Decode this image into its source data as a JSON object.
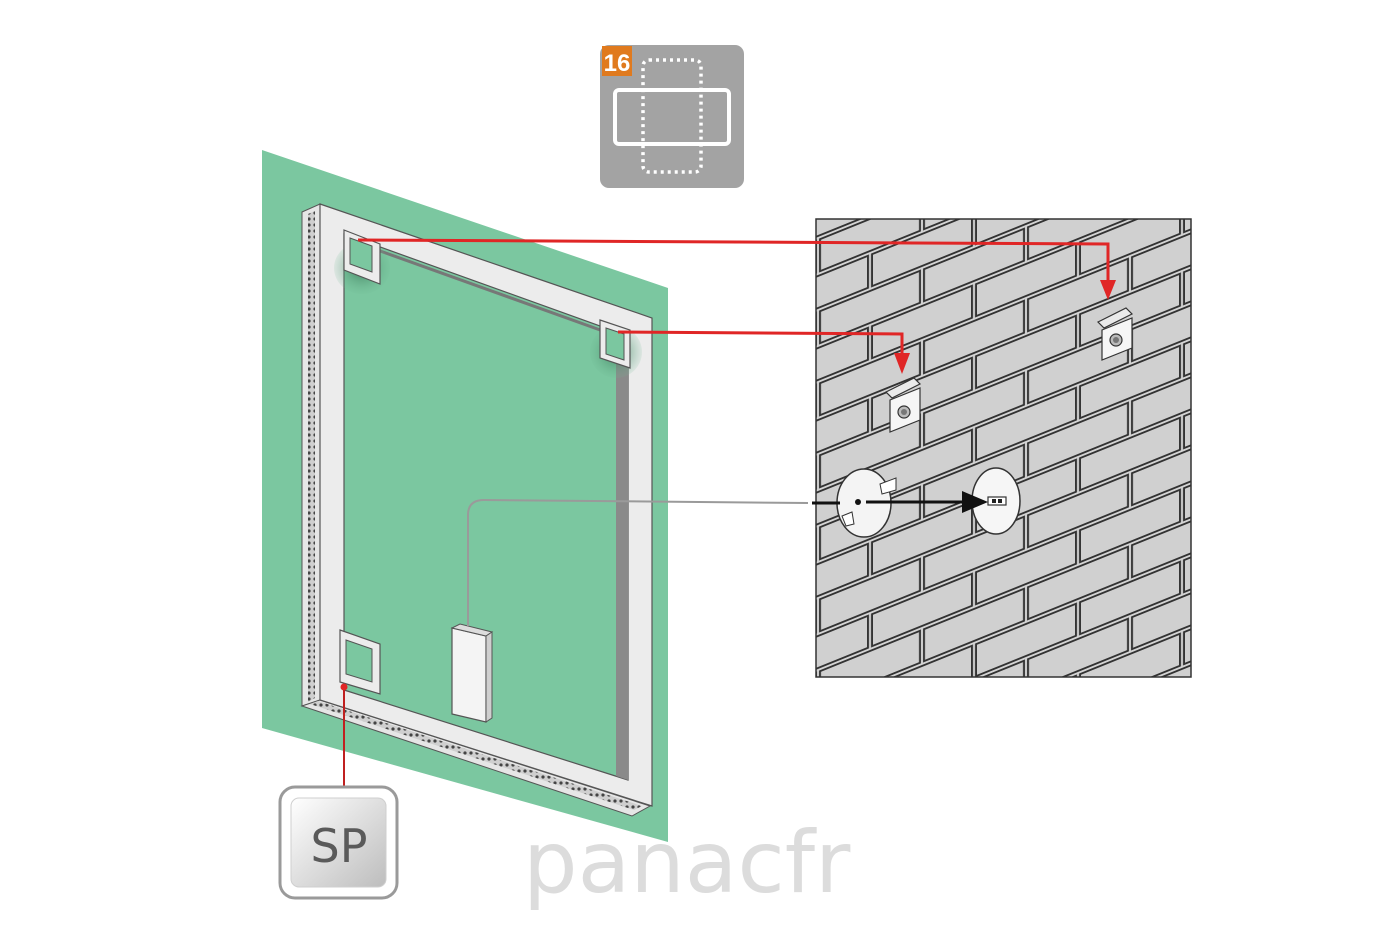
{
  "diagram": {
    "badge": {
      "number": "16",
      "number_color": "#e07a1e",
      "background": "#a3a3a3"
    },
    "sp_tile": {
      "label": "SP"
    },
    "watermark": {
      "text": "panacfr"
    },
    "colors": {
      "mirror_green": "#7bc7a0",
      "frame_white": "#ececec",
      "wall_brick": "#d4d4d4",
      "mortar": "#333333",
      "arrow_red": "#e02626",
      "arrow_black": "#111111"
    }
  }
}
